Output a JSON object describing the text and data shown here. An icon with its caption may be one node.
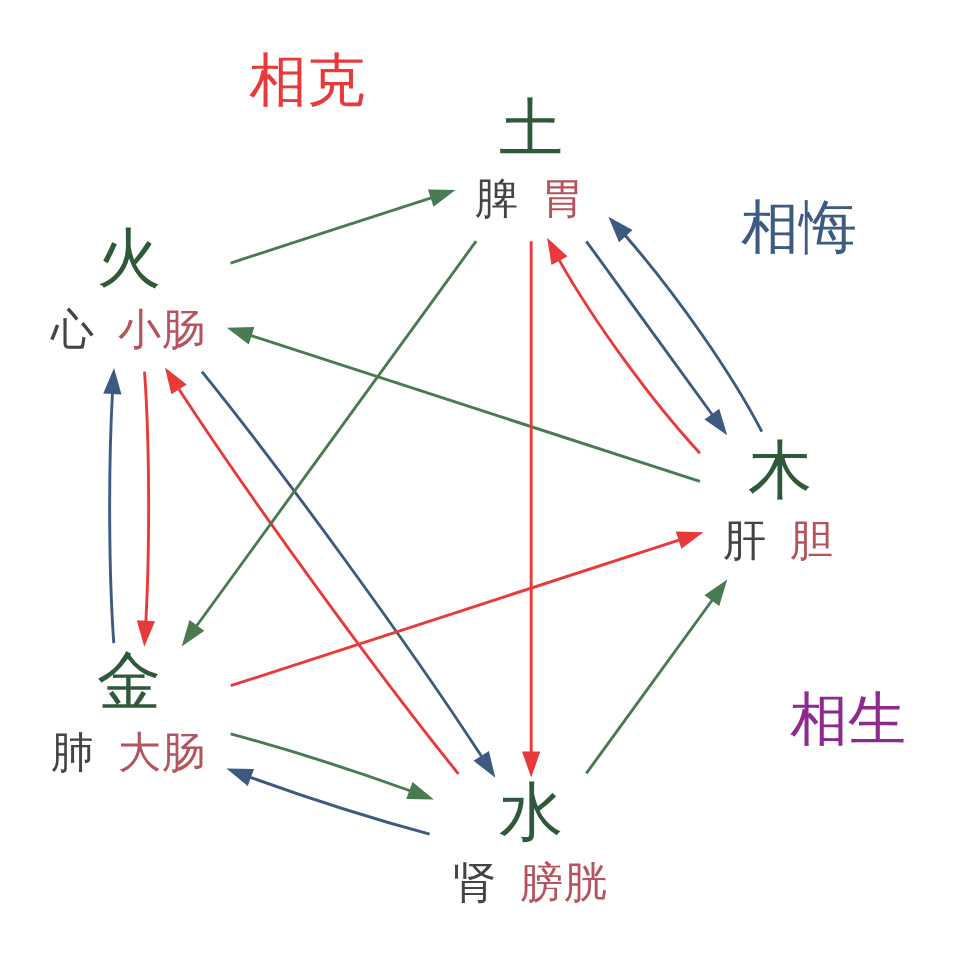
{
  "diagram": {
    "nodes": [
      {
        "text": [
          "水"
        ],
        "beside": [
          "肾",
          "膀胱"
        ]
      },
      {
        "text": [
          "木"
        ],
        "beside": [
          "肝",
          "胆"
        ]
      },
      {
        "text": [
          "火"
        ],
        "beside": [
          "心",
          "小肠"
        ]
      },
      {
        "text": [
          "土"
        ],
        "beside": [
          "脾",
          "胃"
        ]
      },
      {
        "text": [
          "金"
        ],
        "beside": [
          "肺",
          "大肠"
        ]
      }
    ],
    "edges": [
      {
        "from": 4,
        "to": 0,
        "arrow": "to",
        "color": "#4a7a52"
      },
      {
        "from": 0,
        "to": 1,
        "arrow": "to",
        "color": "#4a7a52"
      },
      {
        "from": 1,
        "to": 2,
        "arrow": "to",
        "color": "#4a7a52"
      },
      {
        "from": 2,
        "to": 3,
        "arrow": "to",
        "color": "#4a7a52"
      },
      {
        "from": 3,
        "to": 4,
        "arrow": "to",
        "color": "#4a7a52"
      },
      {
        "from": 0,
        "to": 2,
        "arrow": "to",
        "color": "#e83a3a"
      },
      {
        "from": 2,
        "to": 4,
        "arrow": "to",
        "color": "#e83a3a"
      },
      {
        "from": 4,
        "to": 1,
        "arrow": "to",
        "color": "#e83a3a"
      },
      {
        "from": 1,
        "to": 3,
        "arrow": "to",
        "color": "#e83a3a"
      },
      {
        "from": 3,
        "to": 0,
        "arrow": "to",
        "color": "#e83a3a"
      },
      {
        "from": 0,
        "to": 4,
        "arrow": "to",
        "color": "#3d5a80"
      },
      {
        "from": 1,
        "to": 3,
        "arrow": "to",
        "color": "#3d5a80"
      },
      {
        "from": 2,
        "to": 0,
        "arrow": "to",
        "color": "#3d5a80"
      },
      {
        "from": 3,
        "to": 1,
        "arrow": "to",
        "color": "#3d5a80"
      },
      {
        "from": 4,
        "to": 2,
        "arrow": "to",
        "color": "#3d5a80"
      }
    ],
    "labels": [
      "相悔",
      "相生",
      "相克"
    ]
  }
}
